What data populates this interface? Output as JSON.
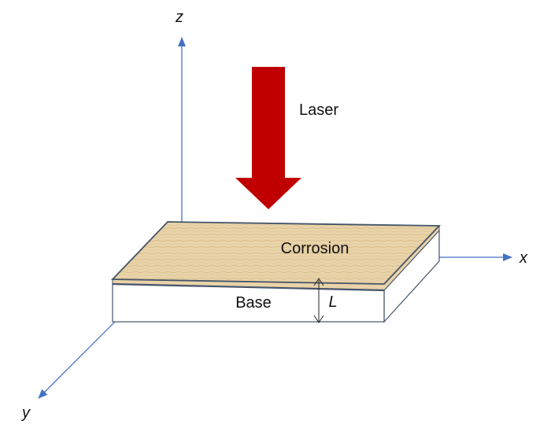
{
  "axes": {
    "x": "x",
    "y": "y",
    "z": "z"
  },
  "labels": {
    "laser": "Laser",
    "corrosion": "Corrosion",
    "base": "Base",
    "thickness": "L"
  },
  "colors": {
    "axis": "#4472c4",
    "laser_arrow": "#c00000",
    "corrosion_fill": "#e9d3a8",
    "outline": "#44546a",
    "base_fill": "#ffffff"
  }
}
